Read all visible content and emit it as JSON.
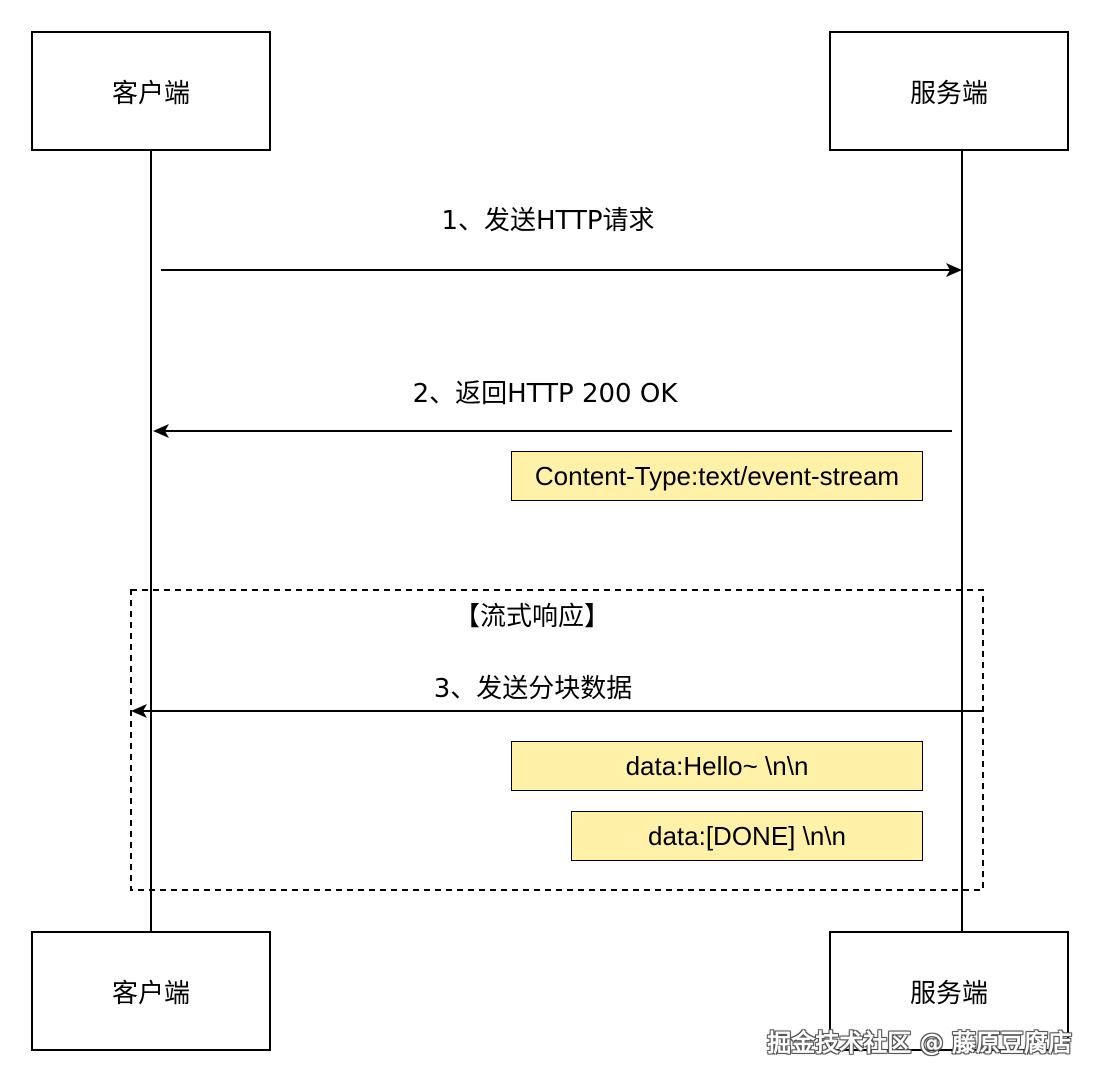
{
  "participants": {
    "client_top": "客户端",
    "server_top": "服务端",
    "client_bottom": "客户端",
    "server_bottom": "服务端"
  },
  "messages": {
    "request": "1、发送HTTP请求",
    "response": "2、返回HTTP 200 OK",
    "chunks": "3、发送分块数据"
  },
  "notes": {
    "content_type": "Content-Type:text/event-stream",
    "data_hello": "data:Hello~ \\n\\n",
    "data_done": "data:[DONE] \\n\\n"
  },
  "fragment": {
    "label": "【流式响应】"
  },
  "watermark": "掘金技术社区 @ 藤原豆腐店",
  "colors": {
    "note_fill": "#fff2a8",
    "line": "#000000",
    "background": "#ffffff"
  }
}
